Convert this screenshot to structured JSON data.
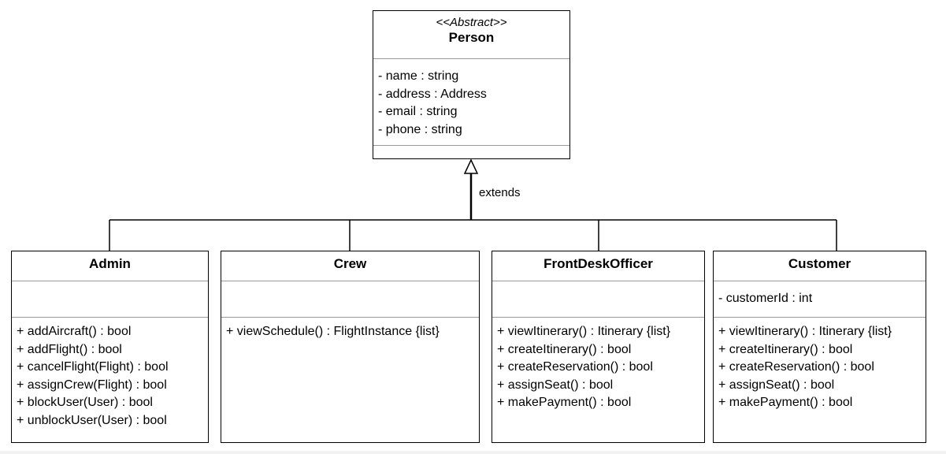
{
  "diagram": {
    "type": "uml-class-diagram",
    "colors": {
      "line": "#000000",
      "divider": "#999999",
      "background": "#ffffff"
    },
    "classes": {
      "person": {
        "stereotype": "<<Abstract>>",
        "name": "Person",
        "attributes": [
          "- name : string",
          "- address : Address",
          "- email : string",
          "- phone : string"
        ],
        "operations": []
      },
      "admin": {
        "name": "Admin",
        "attributes": [],
        "operations": [
          "+ addAircraft() : bool",
          "+ addFlight() : bool",
          "+ cancelFlight(Flight) : bool",
          "+ assignCrew(Flight) : bool",
          "+ blockUser(User) : bool",
          "+ unblockUser(User) : bool"
        ]
      },
      "crew": {
        "name": "Crew",
        "attributes": [],
        "operations": [
          "+ viewSchedule() : FlightInstance {list}"
        ]
      },
      "frontdesk": {
        "name": "FrontDeskOfficer",
        "attributes": [],
        "operations": [
          "+ viewItinerary() : Itinerary {list}",
          "+ createItinerary() : bool",
          "+ createReservation() : bool",
          "+ assignSeat() : bool",
          "+ makePayment() : bool"
        ]
      },
      "customer": {
        "name": "Customer",
        "attributes": [
          "- customerId : int"
        ],
        "operations": [
          "+ viewItinerary() : Itinerary {list}",
          "+ createItinerary() : bool",
          "+ createReservation() : bool",
          "+ assignSeat() : bool",
          "+ makePayment() : bool"
        ]
      }
    },
    "relationship": {
      "type": "generalization",
      "label": "extends",
      "parent": "Person",
      "children": [
        "Admin",
        "Crew",
        "FrontDeskOfficer",
        "Customer"
      ]
    }
  }
}
